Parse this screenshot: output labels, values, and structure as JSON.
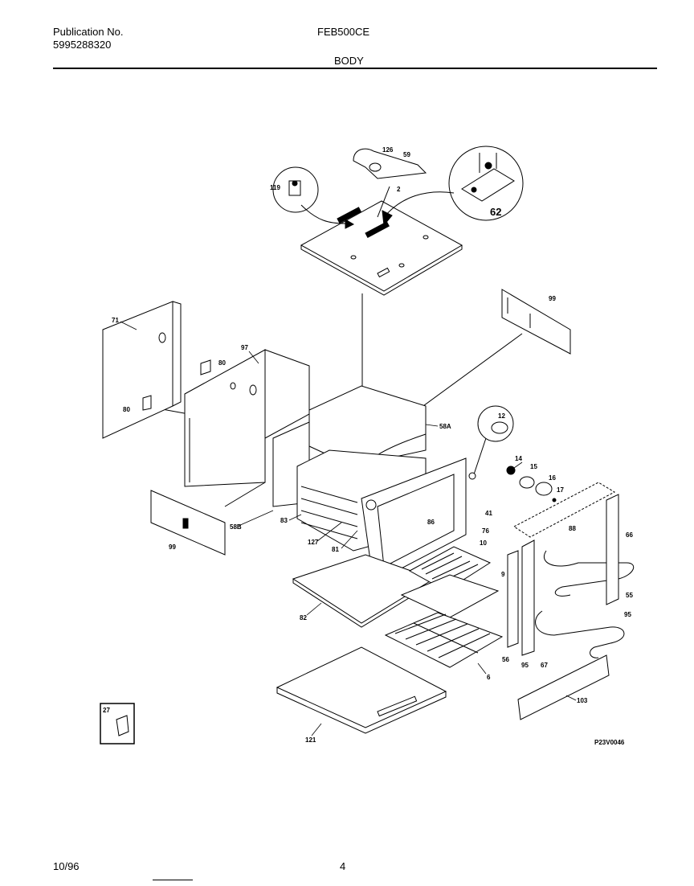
{
  "header": {
    "publication_label": "Publication No.",
    "publication_number": "5995288320",
    "model": "FEB500CE",
    "section": "BODY"
  },
  "footer": {
    "date": "10/96",
    "page": "4"
  },
  "diagram_code": "P23V0046",
  "part_labels": {
    "p126": "126",
    "p59": "59",
    "p119": "119",
    "p2": "2",
    "p62": "62",
    "p99a": "99",
    "p71": "71",
    "p97": "97",
    "p80a": "80",
    "p80b": "80",
    "p58A": "58A",
    "p12": "12",
    "p14": "14",
    "p15": "15",
    "p16": "16",
    "p17": "17",
    "p99b": "99",
    "p58B": "58B",
    "p83": "83",
    "p127": "127",
    "p81": "81",
    "p86": "86",
    "p41": "41",
    "p76": "76",
    "p10": "10",
    "p9": "9",
    "p88": "88",
    "p66": "66",
    "p55": "55",
    "p95a": "95",
    "p82": "82",
    "p6": "6",
    "p56": "56",
    "p95b": "95",
    "p67": "67",
    "p103": "103",
    "p27": "27",
    "p121": "121"
  }
}
